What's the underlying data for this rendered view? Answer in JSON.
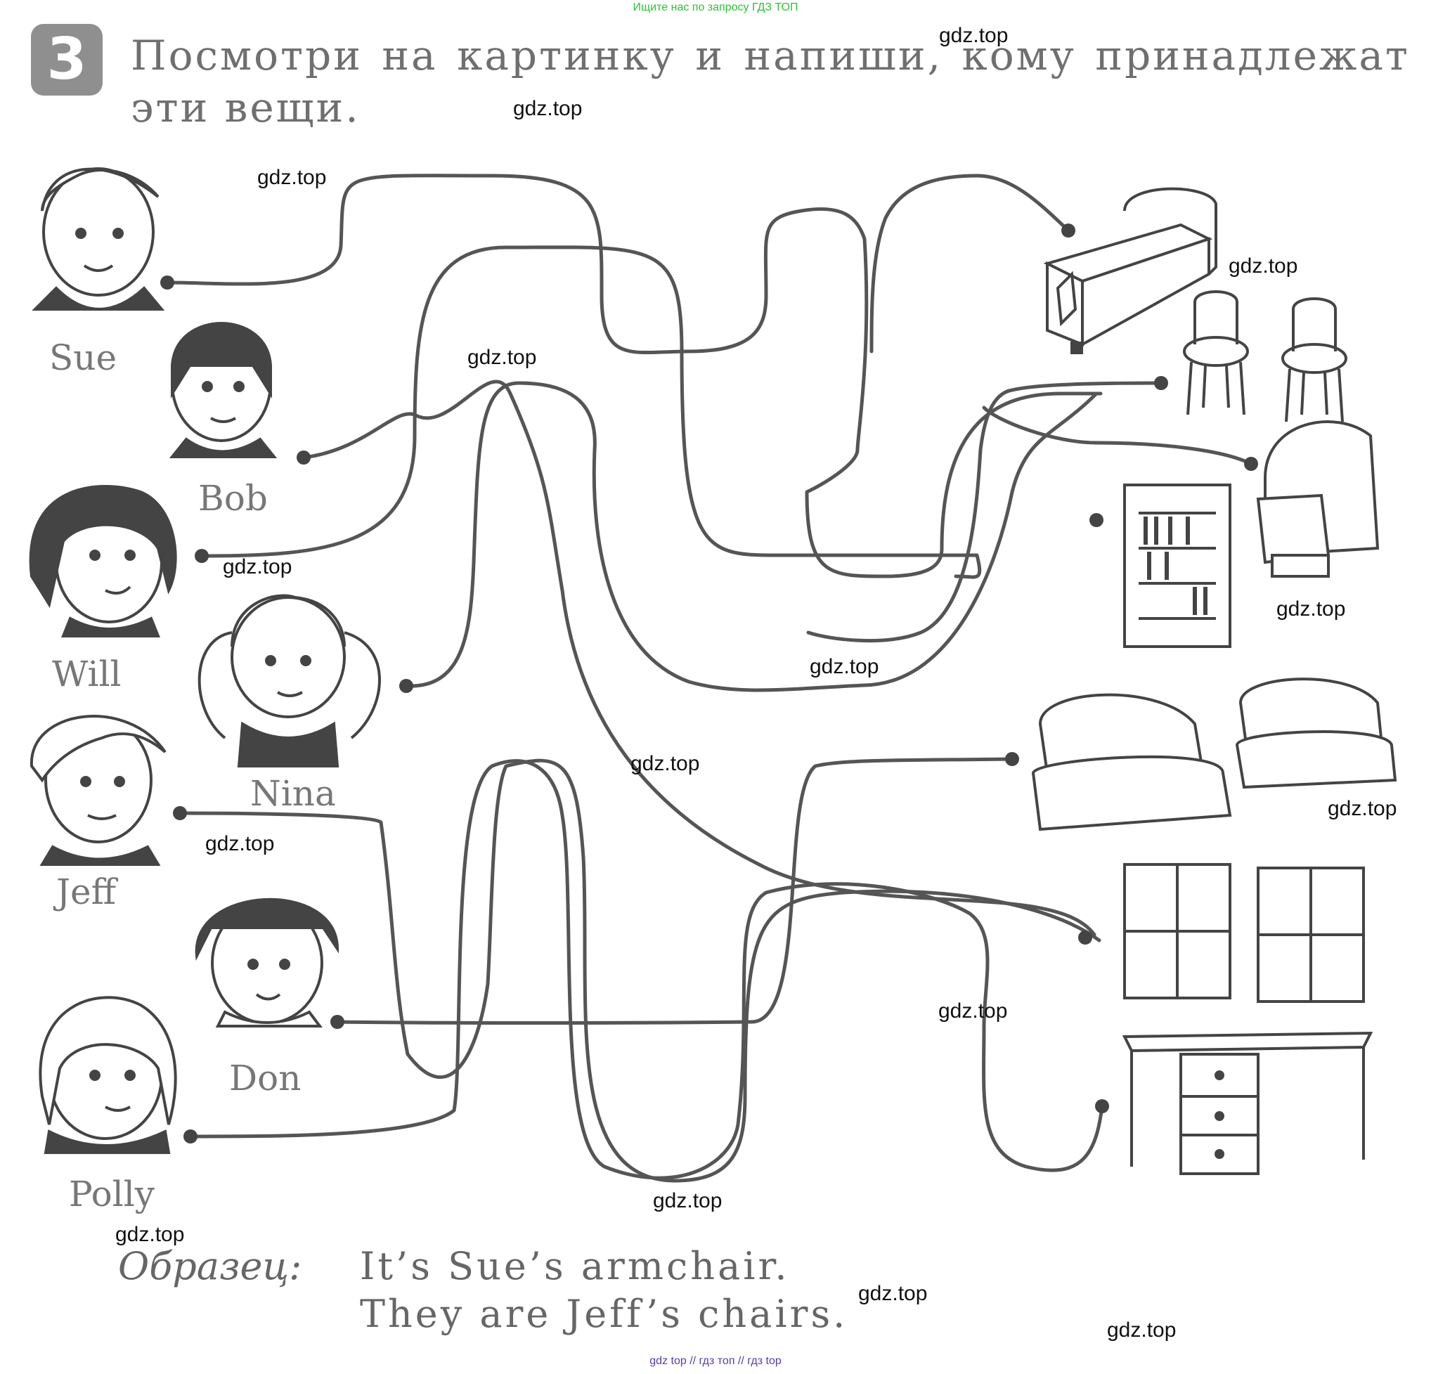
{
  "header": {
    "top_link": "Ищите нас по запросу ГДЗ ТОП",
    "exercise_number": "3",
    "task_text": "Посмотри на картинку и напиши, кому принадлежат эти вещи."
  },
  "people": [
    {
      "name": "Sue"
    },
    {
      "name": "Bob"
    },
    {
      "name": "Will"
    },
    {
      "name": "Nina"
    },
    {
      "name": "Jeff"
    },
    {
      "name": "Don"
    },
    {
      "name": "Polly"
    }
  ],
  "objects": [
    {
      "icon": "bed-icon"
    },
    {
      "icon": "chairs-icon"
    },
    {
      "icon": "armchair-icon"
    },
    {
      "icon": "bookcase-icon"
    },
    {
      "icon": "sofa-icon"
    },
    {
      "icon": "cupboards-icon"
    },
    {
      "icon": "desk-icon"
    }
  ],
  "sample": {
    "label": "Образец:",
    "line1": "It’s Sue’s armchair.",
    "line2": "They are Jeff’s chairs."
  },
  "watermarks": [
    "gdz.top",
    "gdz.top",
    "gdz.top",
    "gdz.top",
    "gdz.top",
    "gdz.top",
    "gdz.top",
    "gdz.top",
    "gdz.top",
    "gdz.top",
    "gdz.top",
    "gdz.top",
    "gdz.top",
    "gdz.top",
    "gdz.top",
    "gdz.top"
  ],
  "footer": {
    "bottom_link": "gdz top // гдз топ // гдз top"
  },
  "colors": {
    "line": "#555555",
    "badge": "#8f8f8f",
    "text_gray": "#6f6f6f",
    "top_link": "#2fbf3a",
    "bottom_link": "#5b3da8"
  }
}
